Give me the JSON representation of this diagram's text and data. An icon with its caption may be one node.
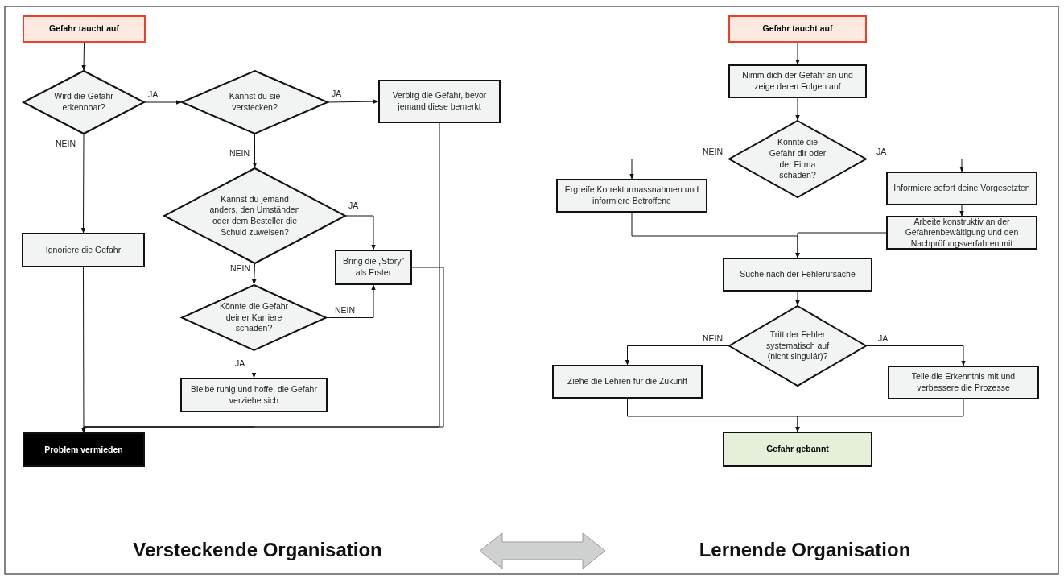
{
  "diagram": {
    "nodes": [
      {
        "text": [
          "Gefahr taucht auf"
        ]
      },
      {
        "text": [
          "Wird die Gefahr erkennbar?"
        ]
      },
      {
        "text": [
          "Kannst du sie verstecken?"
        ]
      },
      {
        "text": [
          "Verbirg die Gefahr, bevor jemand diese bemerkt"
        ]
      },
      {
        "text": [
          "Kannst du jemand anders, den Umständen oder dem Besteller die Schuld zuweisen?"
        ]
      },
      {
        "text": [
          "Ignoriere die Gefahr"
        ]
      },
      {
        "text": [
          "Bring die „Story“ als Erster"
        ]
      },
      {
        "text": [
          "Könnte die Gefahr deiner Karriere schaden?"
        ]
      },
      {
        "text": [
          "Bleibe ruhig und hoffe, die Gefahr verziehe sich"
        ]
      },
      {
        "text": [
          "Problem vermieden"
        ]
      },
      {
        "text": [
          "Gefahr taucht auf"
        ]
      },
      {
        "text": [
          "Nimm dich der Gefahr an und zeige deren Folgen auf"
        ]
      },
      {
        "text": [
          "Könnte die Gefahr dir oder der Firma schaden?"
        ]
      },
      {
        "text": [
          "Ergreife Korrekturmassnahmen und informiere Betroffene"
        ]
      },
      {
        "text": [
          "Informiere sofort deine Vorgesetzten"
        ]
      },
      {
        "text": [
          "Arbeite konstruktiv an der Gefahrenbewältigung und den Nachprüfungsverfahren mit"
        ]
      },
      {
        "text": [
          "Suche nach der Fehlerursache"
        ]
      },
      {
        "text": [
          "Tritt der Fehler systematisch auf (nicht singulär)?"
        ]
      },
      {
        "text": [
          "Ziehe die Lehren für die Zukunft"
        ]
      },
      {
        "text": [
          "Teile die Erkenntnis mit und verbessere die Prozesse"
        ]
      },
      {
        "text": [
          "Gefahr gebannt"
        ]
      }
    ],
    "edges": [
      {
        "from": 0,
        "to": 1,
        "arrow": "to"
      },
      {
        "from": 1,
        "to": 2,
        "arrow": "to",
        "label": "JA"
      },
      {
        "from": 2,
        "to": 3,
        "arrow": "to",
        "label": "JA"
      },
      {
        "from": 1,
        "to": 5,
        "arrow": "to",
        "label": "NEIN"
      },
      {
        "from": 2,
        "to": 4,
        "arrow": "to",
        "label": "NEIN"
      },
      {
        "from": 4,
        "to": 6,
        "arrow": "to",
        "label": "JA"
      },
      {
        "from": 4,
        "to": 7,
        "arrow": "to",
        "label": "NEIN"
      },
      {
        "from": 7,
        "to": 6,
        "arrow": "to",
        "label": "NEIN"
      },
      {
        "from": 7,
        "to": 8,
        "arrow": "to",
        "label": "JA"
      },
      {
        "from": 5,
        "to": 9,
        "arrow": "to"
      },
      {
        "from": 8,
        "to": 9,
        "arrow": "to"
      },
      {
        "from": 3,
        "to": 9,
        "arrow": "to"
      },
      {
        "from": 6,
        "to": 9,
        "arrow": "to"
      },
      {
        "from": 10,
        "to": 11,
        "arrow": "to"
      },
      {
        "from": 11,
        "to": 12,
        "arrow": "to"
      },
      {
        "from": 12,
        "to": 13,
        "arrow": "to",
        "label": "NEIN"
      },
      {
        "from": 12,
        "to": 14,
        "arrow": "to",
        "label": "JA"
      },
      {
        "from": 14,
        "to": 15,
        "arrow": "to"
      },
      {
        "from": 13,
        "to": 16,
        "arrow": "to"
      },
      {
        "from": 15,
        "to": 16,
        "arrow": "to"
      },
      {
        "from": 16,
        "to": 17,
        "arrow": "to"
      },
      {
        "from": 17,
        "to": 18,
        "arrow": "to",
        "label": "NEIN"
      },
      {
        "from": 17,
        "to": 19,
        "arrow": "to",
        "label": "JA"
      },
      {
        "from": 18,
        "to": 20,
        "arrow": "to"
      },
      {
        "from": 19,
        "to": 20,
        "arrow": "to"
      }
    ],
    "labels": [
      "Versteckende Organisation",
      "Lernende Organisation"
    ]
  }
}
